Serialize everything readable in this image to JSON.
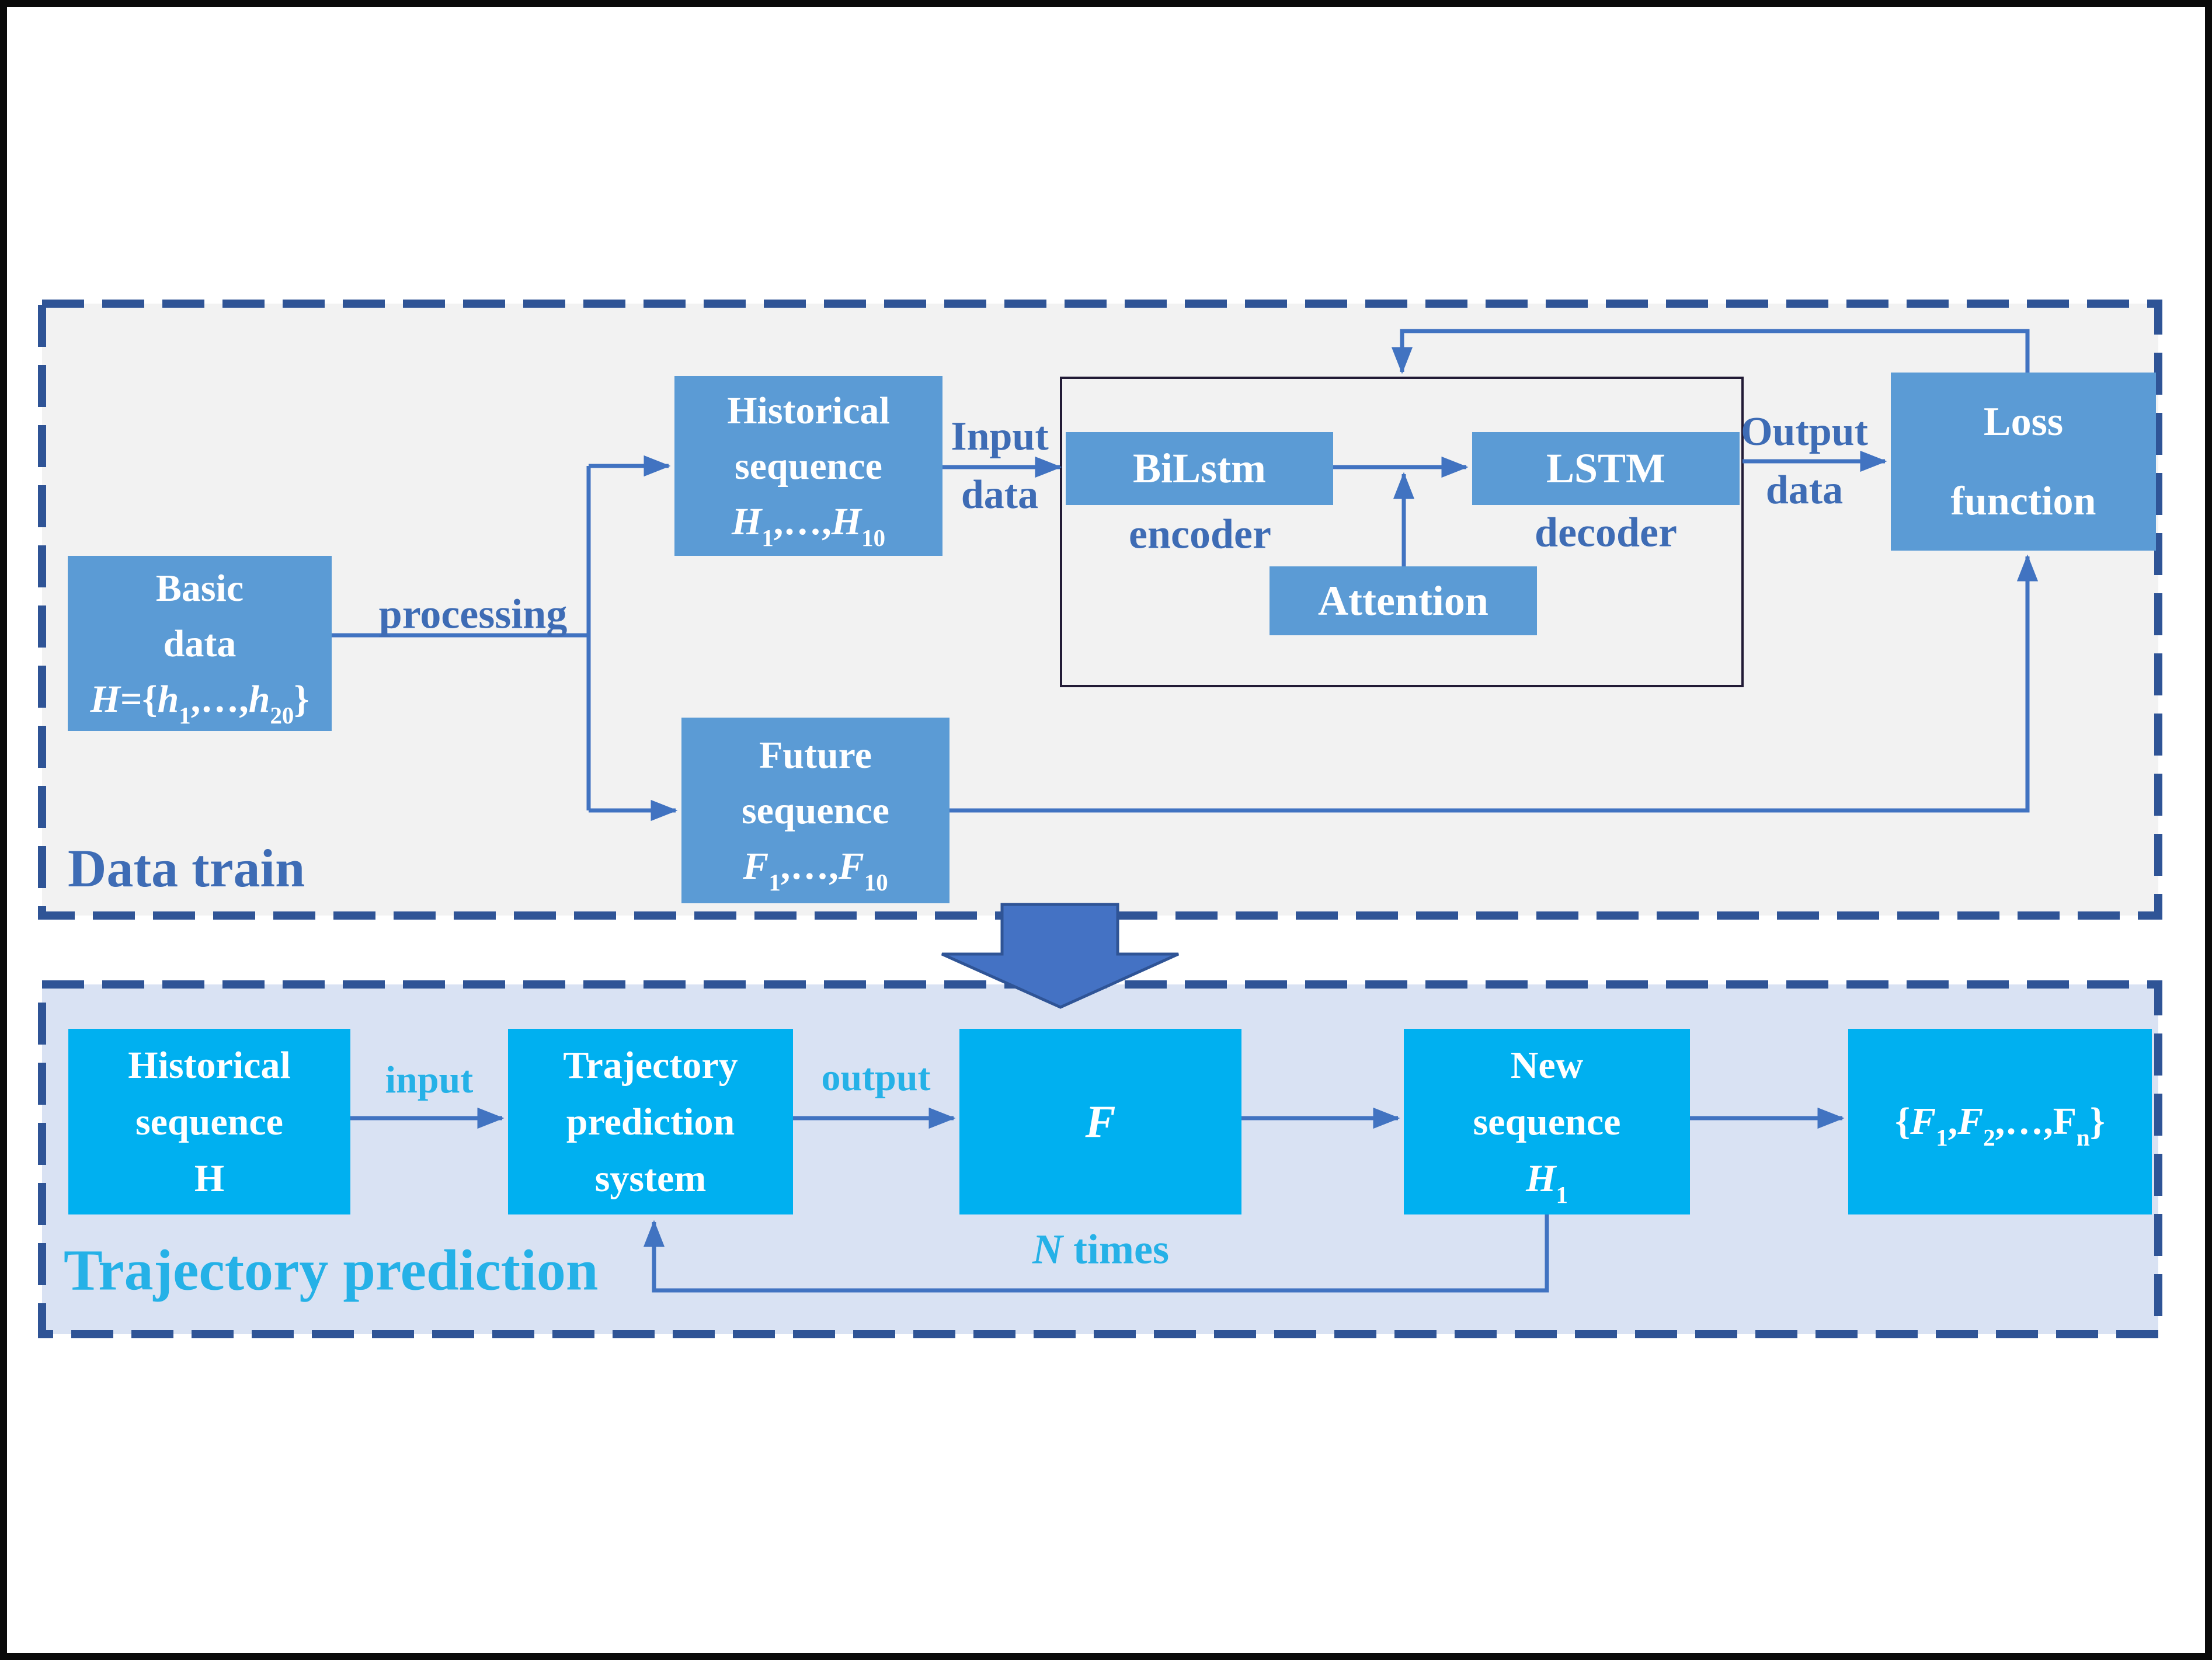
{
  "figure": {
    "type": "flow-diagram",
    "description_visible_text_only": true
  },
  "colors": {
    "top_section_bg": "#f2f2f2",
    "bottom_section_bg": "#d9e2f3",
    "top_box_fill": "#5b9bd5",
    "bottom_box_fill": "#00b0f0",
    "top_label_blue": "#3e6cb5",
    "bottom_label_cyan": "#25b1e7",
    "connector_blue": "#4173c1",
    "dashed_border_blue": "#2f5496",
    "inner_rect_border": "#221b36",
    "big_arrow_fill": "#4472c4",
    "box_text": "#ffffff",
    "outer_frame": "#0a0a0a"
  },
  "sections": {
    "data_train": {
      "title": "Data train",
      "boxes": {
        "basic_data": {
          "lines": [
            "Basic",
            "data",
            "<i>H</i>={<i>h</i><sub>1</sub>,…,<i>h</i><sub>20</sub>}"
          ]
        },
        "historical_sequence": {
          "lines": [
            "Historical",
            "sequence",
            "<i>H</i><sub>1</sub>,…,<i>H</i><sub>10</sub>"
          ]
        },
        "future_sequence": {
          "lines": [
            "Future",
            "sequence",
            "<i>F</i><sub>1</sub>,…,<i>F</i><sub>10</sub>"
          ]
        },
        "bilstm": {
          "label": "BiLstm"
        },
        "lstm": {
          "label": "LSTM"
        },
        "attention": {
          "label": "Attention"
        },
        "loss_function": {
          "lines": [
            "Loss",
            "function"
          ]
        }
      },
      "labels": {
        "processing": "processing",
        "input_data": {
          "line1": "Input",
          "line2": "data"
        },
        "output_data": {
          "line1": "Output",
          "line2": "data"
        },
        "encoder": "encoder",
        "decoder": "decoder"
      }
    },
    "trajectory_prediction": {
      "title": "Trajectory prediction",
      "boxes": {
        "historical_h": {
          "lines": [
            "Historical",
            "sequence",
            "H"
          ]
        },
        "prediction_system": {
          "lines": [
            "Trajectory",
            "prediction",
            "system"
          ]
        },
        "f_output": {
          "label_html": "<i>F</i>"
        },
        "new_sequence": {
          "lines": [
            "New",
            "sequence",
            "<i>H</i><sub>1</sub>"
          ]
        },
        "final_set": {
          "label_html": "{<i>F</i><sub>1</sub>,<i>F</i><sub>2</sub>,…,F<sub>n</sub>}"
        }
      },
      "labels": {
        "input": "input",
        "output": "output",
        "n_times": "<i>N</i> times"
      }
    }
  }
}
